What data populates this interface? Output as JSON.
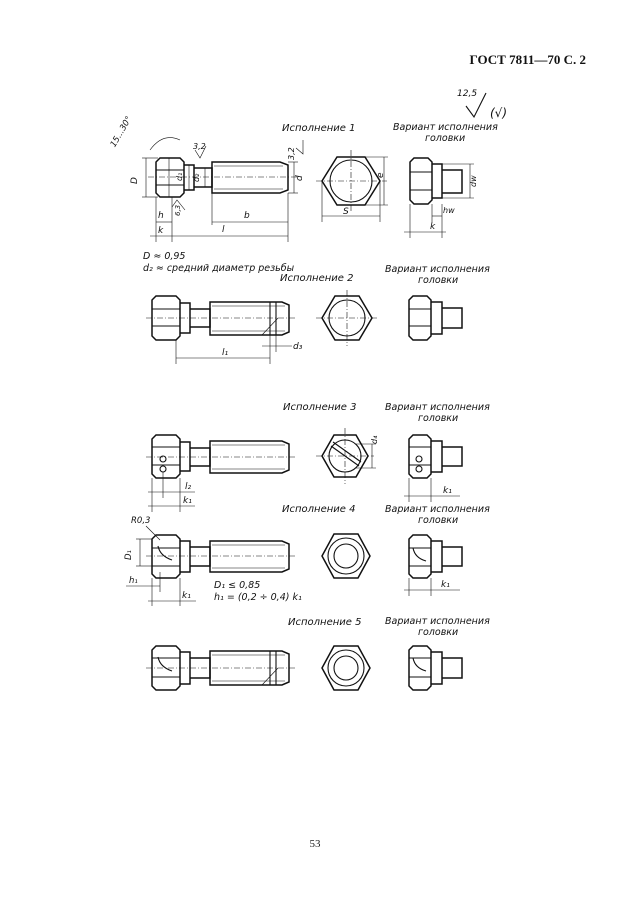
{
  "header": {
    "title": "ГОСТ 7811—70 С. 2"
  },
  "page_number": "53",
  "roughness": {
    "general": "12,5",
    "parenthetical": "(√)",
    "face": "3,2",
    "side": "3,2",
    "chamfer": "6,3"
  },
  "execution_1": {
    "title": "Исполнение 1",
    "variant_line1": "Вариант исполнения",
    "variant_line2": "головки",
    "dims": {
      "angle": "15...30°",
      "D": "D",
      "d1": "d₁",
      "d2": "d₂",
      "d": "d",
      "h": "h",
      "k": "k",
      "l": "l",
      "b": "b",
      "e": "e",
      "s": "S",
      "dw": "dw",
      "hw": "hw",
      "k_variant": "k"
    },
    "notes": [
      "D ≈ 0,95",
      "d₂ ≈ средний диаметр резьбы"
    ]
  },
  "execution_2": {
    "title": "Исполнение 2",
    "variant_line1": "Вариант исполнения",
    "variant_line2": "головки",
    "dims": {
      "l1": "l₁",
      "d3": "d₃"
    }
  },
  "execution_3": {
    "title": "Исполнение 3",
    "variant_line1": "Вариант исполнения",
    "variant_line2": "головки",
    "dims": {
      "l2": "l₂",
      "k1": "k₁",
      "d4": "d₄",
      "k1_variant": "k₁"
    }
  },
  "execution_4": {
    "title": "Исполнение 4",
    "variant_line1": "Вариант исполнения",
    "variant_line2": "головки",
    "dims": {
      "r": "R0,3",
      "D1": "D₁",
      "h1": "h₁",
      "k1": "k₁",
      "k1_variant": "k₁"
    },
    "notes": [
      "D₁ ≤ 0,85",
      "h₁ = (0,2 ÷ 0,4) k₁"
    ]
  },
  "execution_5": {
    "title": "Исполнение 5",
    "variant_line1": "Вариант исполнения",
    "variant_line2": "головки"
  }
}
